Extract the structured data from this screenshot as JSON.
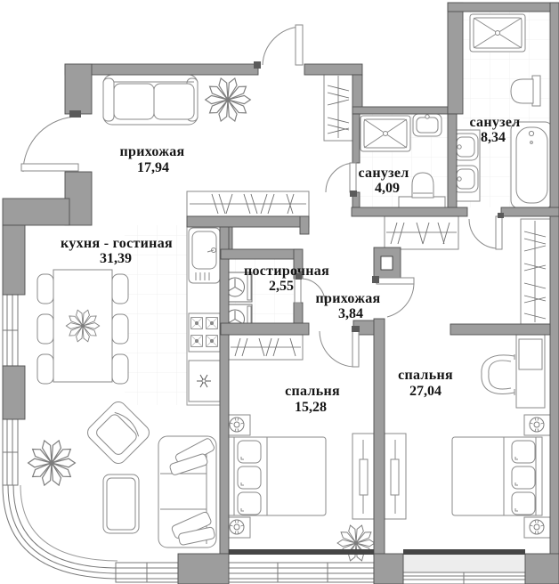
{
  "plan": {
    "rooms": [
      {
        "name": "прихожая",
        "area": "17,94"
      },
      {
        "name": "кухня - гостиная",
        "area": "31,39"
      },
      {
        "name": "постирочная",
        "area": "2,55"
      },
      {
        "name": "прихожая",
        "area": "3,84"
      },
      {
        "name": "санузел",
        "area": "4,09"
      },
      {
        "name": "санузел",
        "area": "8,34"
      },
      {
        "name": "спальня",
        "area": "15,28"
      },
      {
        "name": "спальня",
        "area": "27,04"
      }
    ],
    "colors": {
      "wall": "#9d9d9d",
      "wall_outline": "#4f4f4f",
      "inner_wall_dark": "#454545",
      "furniture_line": "#8a8a8a",
      "label_text": "#151515",
      "floor": "#ffffff",
      "tile_line": "#f0f0f0",
      "balcony_fill": "#ededed"
    }
  }
}
